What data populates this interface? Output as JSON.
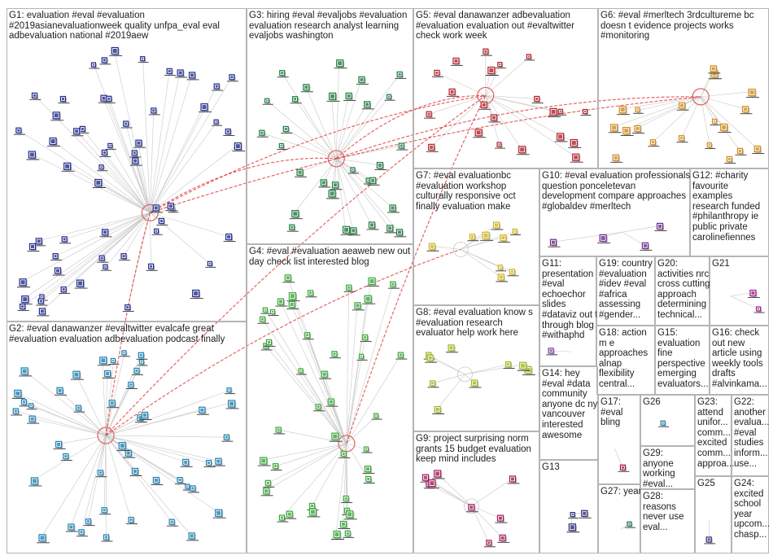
{
  "groups": [
    {
      "id": "G1",
      "text": "G1: evaluation #eval #evaluation\n#2019asianevaluationweek quality unfpa_eval eval\nadbevaluation national #2019aew",
      "color": "#1f2a8c"
    },
    {
      "id": "G2",
      "text": "G2: #eval danawanzer #evaltwitter evalcafe great\n#evaluation evaluation adbevaluation podcast finally",
      "color": "#1e7fb0"
    },
    {
      "id": "G3",
      "text": "G3: hiring #eval #evaljobs #evaluation\nevaluation research analyst learning\nevaljobs washington",
      "color": "#1e7a40"
    },
    {
      "id": "G4",
      "text": "G4: #eval #evaluation aeaweb new out\nday check list interested blog",
      "color": "#3aa63a"
    },
    {
      "id": "G5",
      "text": "G5: #eval danawanzer adbevaluation\n#evaluation evaluation out #evaltwitter\ncheck work week",
      "color": "#b0202a"
    },
    {
      "id": "G6",
      "text": "G6: #eval #merltech 3rdcultureme bc\ndoesn t evidence projects works\n#monitoring",
      "color": "#d08a1a"
    },
    {
      "id": "G7",
      "text": "G7: #eval evaluationbc\n#evaluation workshop\nculturally responsive oct\nfinally evaluation make",
      "color": "#d0b21a"
    },
    {
      "id": "G8",
      "text": "G8: #eval evaluation know s\n#evaluation research\nevaluator help work here",
      "color": "#9ab81a"
    },
    {
      "id": "G9",
      "text": "G9: project surprising norm\ngrants 15 budget evaluation\nkeep mind includes",
      "color": "#a01a5a"
    },
    {
      "id": "G10",
      "text": "G10: #eval evaluation professionals\nquestion ponceletevan\ndevelopment compare approaches\n#globaldev #merltech",
      "color": "#6a2a8a"
    },
    {
      "id": "G11",
      "text": "G11:\npresentation\n#eval\nechoechor\nslides\n#dataviz out t\nthrough blog\n#withaphd",
      "color": "#7a3aa0"
    },
    {
      "id": "G12",
      "text": "G12: #charity\nfavourite\nexamples\nresearch funded\n#philanthropy ie\npublic private\ncarolinefiennes",
      "color": "#1aa0a0"
    },
    {
      "id": "G13",
      "text": "G13",
      "color": "#2a2a7a"
    },
    {
      "id": "G14",
      "text": "G14: hey\n#eval #data\ncommunity\nanyone dc ny\nvancouver\ninterested\nawesome",
      "color": "#2a2a7a"
    },
    {
      "id": "G15",
      "text": "G15:\nevaluation\nfine\nperspective\nemerging\nevaluators...",
      "color": "#3a7a9a"
    },
    {
      "id": "G16",
      "text": "G16: check\nout new\narticle using\nweekly tools\ndrafts\n#alvinkama...",
      "color": "#3aa03a"
    },
    {
      "id": "G17",
      "text": "G17:\n#eval\nbling",
      "color": "#a01a3a"
    },
    {
      "id": "G18",
      "text": "G18: action\nm e\napproaches\nalnap\nflexibility\ncentral...",
      "color": "#3a7a3a"
    },
    {
      "id": "G19",
      "text": "G19: country\n#evaluation\n#idev #eval\n#africa\nassessing\n#gender...",
      "color": "#5a8a1a"
    },
    {
      "id": "G20",
      "text": "G20:\nactivities nrc\ncross cutting\napproach\ndetermining\ntechnical...",
      "color": "#8a5a1a"
    },
    {
      "id": "G21",
      "text": "G21",
      "color": "#a01a8a"
    },
    {
      "id": "G22",
      "text": "G22:\nanother\nevalua...\n#eval\nstudies\ninform...\nuse...",
      "color": "#2a2a7a"
    },
    {
      "id": "G23",
      "text": "G23:\nattend\nunifor...\ncomm...\nexcited\ncomm...\napproa...",
      "color": "#2a2a7a"
    },
    {
      "id": "G24",
      "text": "G24:\nexcited\nschool\nyear\nupcom...\nchasp...",
      "color": "#2a2a7a"
    },
    {
      "id": "G25",
      "text": "G25",
      "color": "#2a2a7a"
    },
    {
      "id": "G26",
      "text": "G26",
      "color": "#1a7a9a"
    },
    {
      "id": "G27",
      "text": "G27: year",
      "color": "#1a6a5a"
    },
    {
      "id": "G28",
      "text": "G28:\nreasons\nnever use\neval...",
      "color": "#3aa03a"
    },
    {
      "id": "G29",
      "text": "G29:\nanyone\nworking\n#eval...",
      "color": "#2a2a7a"
    }
  ]
}
